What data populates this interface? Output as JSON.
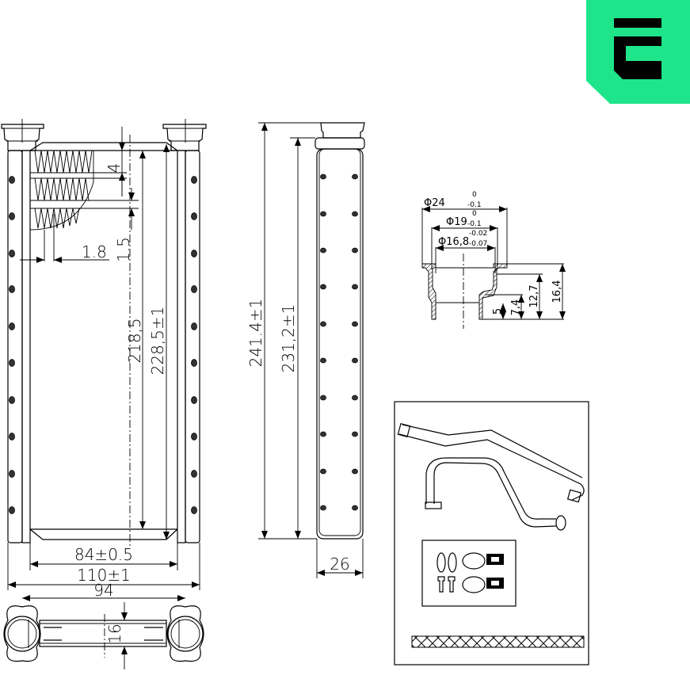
{
  "brand": {
    "logo_letter": "E",
    "logo_color": "#1ee58a",
    "logo_fg": "#000000"
  },
  "front_view": {
    "dims": {
      "fin_pitch": "4",
      "tube_gap": "1.8",
      "fin_thickness": "1.5",
      "core_height": "218,5",
      "overall_core_height": "228,5±1",
      "core_width": "84±0.5",
      "overall_width": "110±1"
    }
  },
  "side_view": {
    "dims": {
      "total_height": "241.4±1",
      "tank_height": "231,2±1",
      "depth": "26"
    }
  },
  "top_view": {
    "dims": {
      "pipe_spacing": "94",
      "thickness": "16"
    }
  },
  "pipe_detail": {
    "d_outer": "Φ24",
    "d_outer_tol_upper": "0",
    "d_outer_tol_lower": "-0.1",
    "d_mid": "Φ19",
    "d_mid_tol_upper": "0",
    "d_mid_tol_lower": "-0.1",
    "d_inner": "Φ16,8",
    "d_inner_tol_upper": "-0.02",
    "d_inner_tol_lower": "-0.07",
    "h1": "5",
    "h2": "7,4",
    "h3": "12,7",
    "h4": "16,4"
  },
  "accessories": {
    "items": [
      "pipe-set",
      "o-ring",
      "o-ring",
      "bolt",
      "bolt",
      "hose-clamp",
      "hose-clamp",
      "sealing-strip"
    ]
  }
}
